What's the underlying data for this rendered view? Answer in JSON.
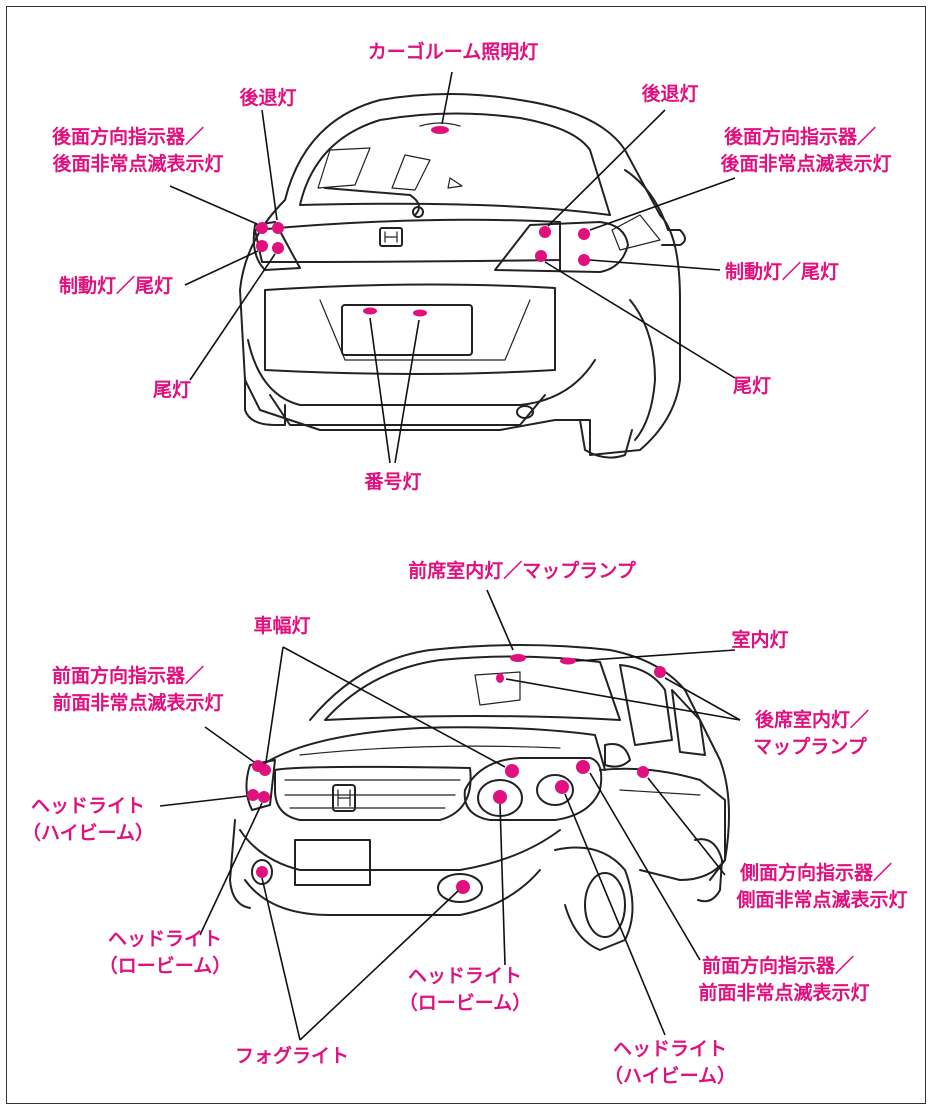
{
  "accent": "#e0117f",
  "labels": {
    "cargo_room_light": "カーゴルーム照明灯",
    "reverse_left": "後退灯",
    "reverse_right": "後退灯",
    "rear_turn_left_1": "後面方向指示器／",
    "rear_turn_left_2": "後面非常点滅表示灯",
    "rear_turn_right_1": "後面方向指示器／",
    "rear_turn_right_2": "後面非常点滅表示灯",
    "brake_tail_left": "制動灯／尾灯",
    "brake_tail_right": "制動灯／尾灯",
    "tail_left": "尾灯",
    "tail_right": "尾灯",
    "license_light": "番号灯",
    "front_map_light": "前席室内灯／マップランプ",
    "room_light": "室内灯",
    "side_marker": "車幅灯",
    "front_turn_left_1": "前面方向指示器／",
    "front_turn_left_2": "前面非常点滅表示灯",
    "rear_map_light_1": "後席室内灯／",
    "rear_map_light_2": "マップランプ",
    "headlight_high_left_1": "ヘッドライト",
    "headlight_high_left_2": "（ハイビーム）",
    "side_turn_1": "側面方向指示器／",
    "side_turn_2": "側面非常点滅表示灯",
    "headlight_low_left_1": "ヘッドライト",
    "headlight_low_left_2": "（ロービーム）",
    "front_turn_right_1": "前面方向指示器／",
    "front_turn_right_2": "前面非常点滅表示灯",
    "headlight_low_center_1": "ヘッドライト",
    "headlight_low_center_2": "（ロービーム）",
    "fog_light": "フォグライト",
    "headlight_high_right_1": "ヘッドライト",
    "headlight_high_right_2": "（ハイビーム）"
  }
}
